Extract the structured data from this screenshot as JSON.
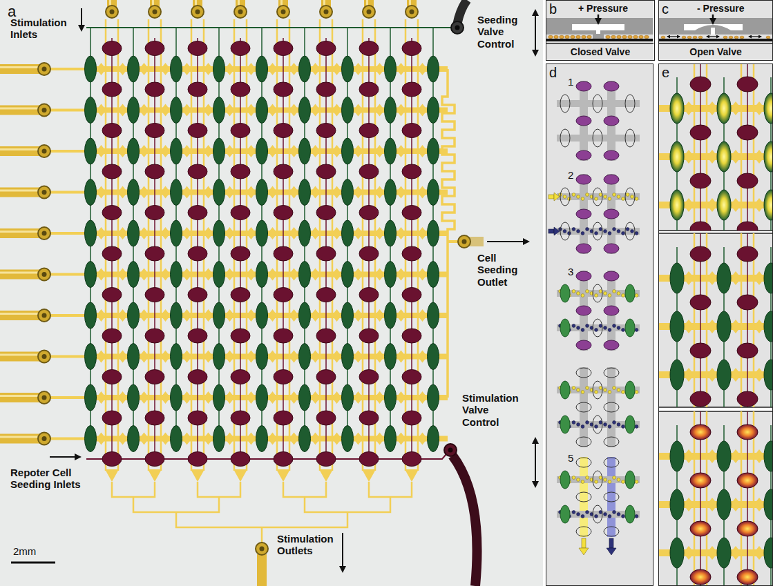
{
  "diagram": {
    "nodes": [
      {
        "text": [
          "b",
          "+ Pressure",
          "Closed Valve"
        ]
      },
      {
        "text": [
          "c",
          "- Pressure",
          "Open Valve"
        ]
      },
      {
        "text": [
          "d",
          "1",
          "2",
          "3",
          "5"
        ]
      },
      {
        "text": [
          "e"
        ]
      }
    ],
    "labels": [
      "a",
      "Stimulation Inlets",
      "Seeding Valve Control",
      "Cell Seeding Outlet",
      "Stimulation Valve Control",
      "Repoter Cell Seeding Inlets",
      "Stimulation Outlets",
      "2mm"
    ]
  }
}
